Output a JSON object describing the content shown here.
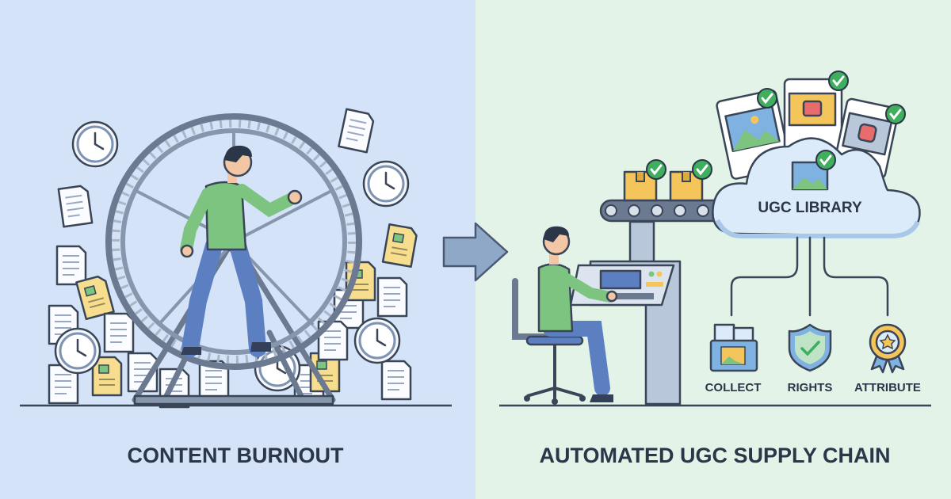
{
  "left_panel": {
    "title": "CONTENT BURNOUT"
  },
  "right_panel": {
    "title": "AUTOMATED UGC SUPPLY CHAIN",
    "cloud_label": "UGC LIBRARY",
    "steps": [
      {
        "label": "COLLECT",
        "icon": "photo-folder-icon"
      },
      {
        "label": "RIGHTS",
        "icon": "shield-check-icon"
      },
      {
        "label": "ATTRIBUTE",
        "icon": "award-badge-icon"
      }
    ]
  },
  "colors": {
    "left_bg": "#d5e3f8",
    "right_bg": "#e3f3e8",
    "text": "#2b3648",
    "check_green": "#3fae5e",
    "paper_yellow": "#f7dd8e",
    "shirt_green": "#7cc47f",
    "pants_blue": "#5b7fc0"
  }
}
